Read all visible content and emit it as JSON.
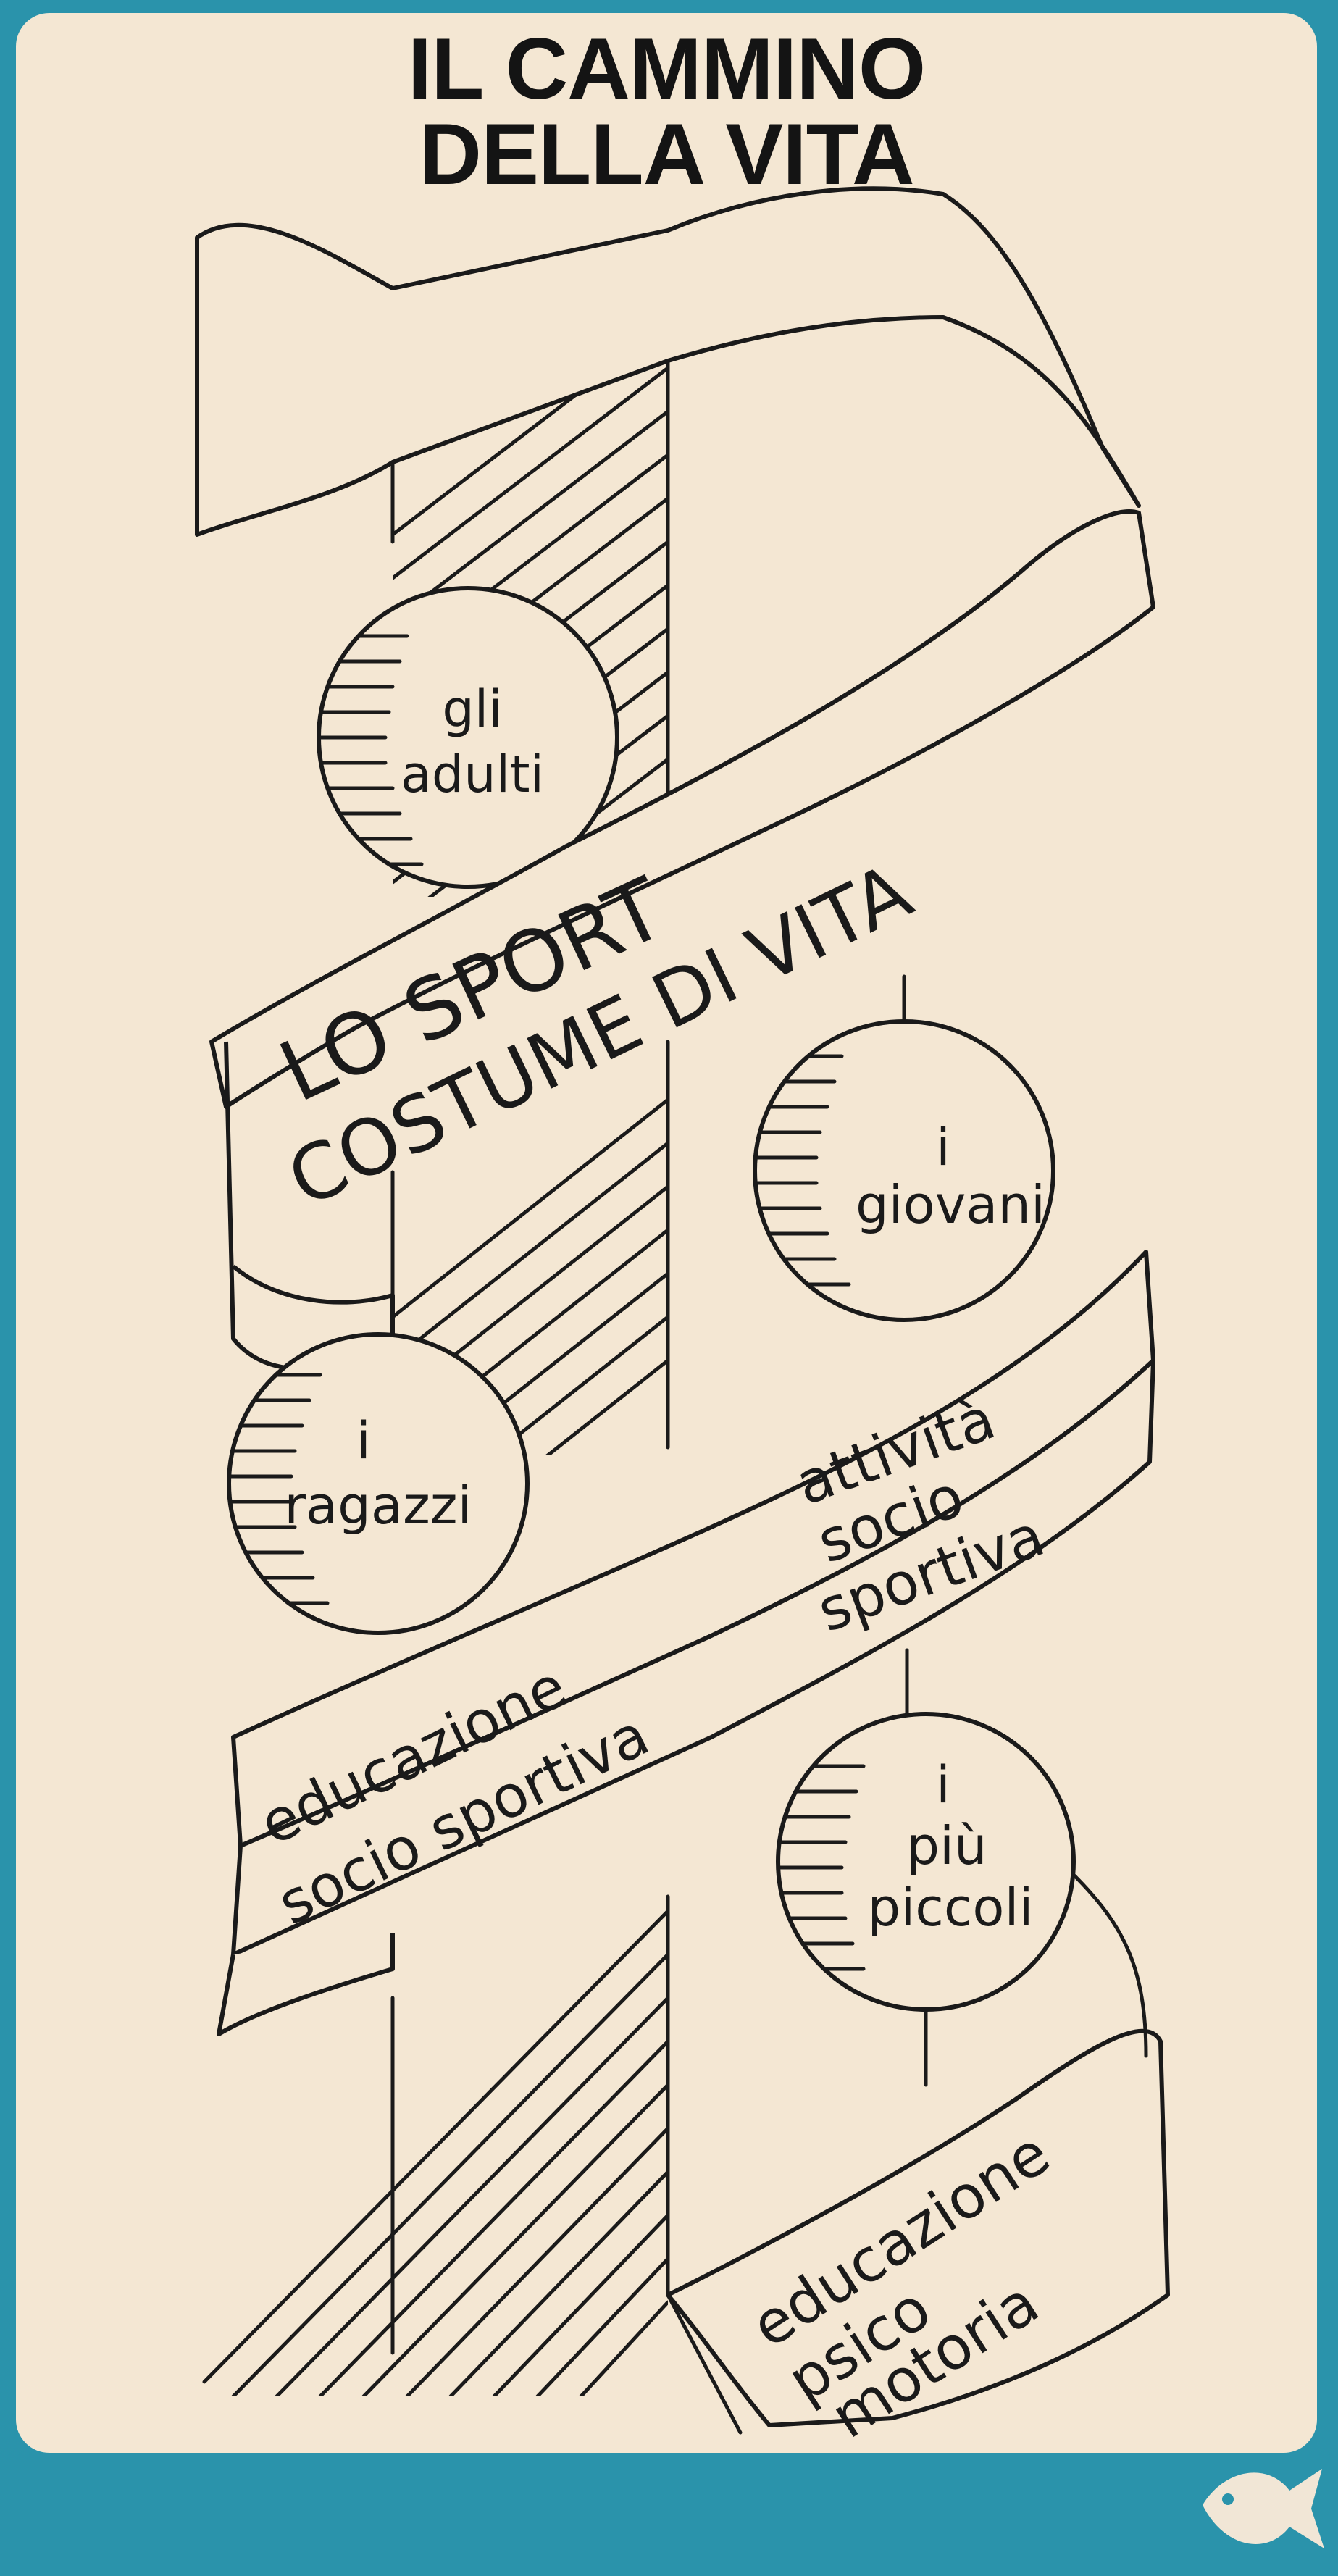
{
  "title": {
    "line1": "IL CAMMINO",
    "line2": "DELLA VITA"
  },
  "bands": {
    "top": [
      "LO SPORT",
      "COSTUME DI VITA"
    ],
    "middle_left": [
      "educazione",
      "socio sportiva"
    ],
    "middle_right": [
      "attività",
      "socio",
      "sportiva"
    ],
    "bottom": [
      "educazione",
      "psico",
      "motoria"
    ]
  },
  "circles": {
    "adults": [
      "gli",
      "adulti"
    ],
    "youth": [
      "i",
      "giovani"
    ],
    "kids": [
      "i",
      "ragazzi"
    ],
    "little": [
      "i",
      "più",
      "piccoli"
    ]
  },
  "colors": {
    "page": "#2a93ab",
    "paper": "#f4e7d3",
    "ink": "#1a1a1a"
  },
  "icons": {
    "corner": "fish-icon"
  }
}
